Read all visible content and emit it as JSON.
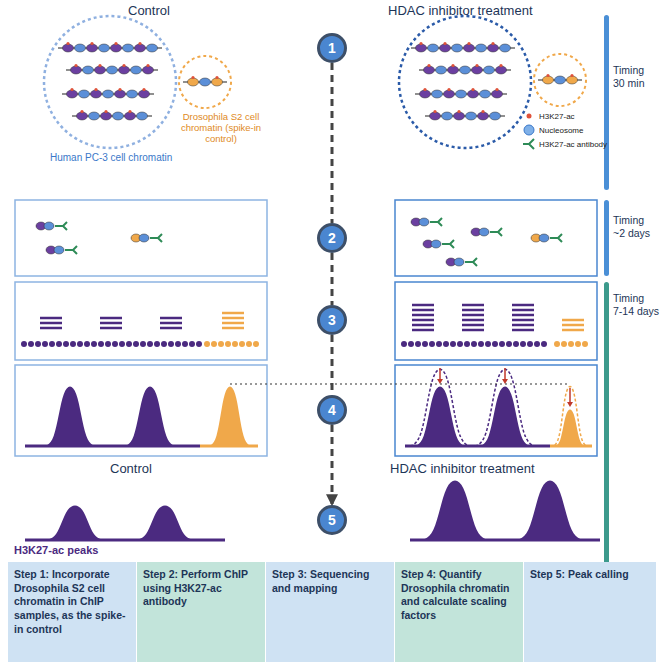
{
  "diagram": {
    "nodes": [
      {
        "text": [
          "1"
        ]
      },
      {
        "text": [
          "2"
        ]
      },
      {
        "text": [
          "3"
        ]
      },
      {
        "text": [
          "4"
        ]
      },
      {
        "text": [
          "5"
        ]
      },
      {
        "text": [
          "Step 1: Incorporate Drosophila S2 cell chromatin in ChIP samples, as the spike-in control"
        ]
      },
      {
        "text": [
          "Step 2: Perform ChIP using H3K27-ac antibody"
        ]
      },
      {
        "text": [
          "Step 3: Sequencing and mapping"
        ]
      },
      {
        "text": [
          "Step 4: Quantify Drosophila chromatin and calculate scaling factors"
        ]
      },
      {
        "text": [
          "Step 5: Peak calling"
        ]
      }
    ],
    "edges": [
      {
        "from": 0,
        "to": 1,
        "arrow": "none"
      },
      {
        "from": 1,
        "to": 2,
        "arrow": "none"
      },
      {
        "from": 2,
        "to": 3,
        "arrow": "none"
      },
      {
        "from": 3,
        "to": 4,
        "arrow": "to"
      }
    ],
    "labels": [
      "Control",
      "HDAC inhibitor treatment",
      "Human PC-3 cell chromatin",
      "Drosophila S2 cell chromatin (spike-in control)",
      "Timing",
      "30 min",
      "Timing",
      "~2 days",
      "Timing",
      "7-14 days",
      "Control",
      "HDAC inhibitor treatment",
      "H3K27-ac peaks"
    ],
    "legend": [
      {
        "text": "H3K27-ac"
      },
      {
        "text": "Nucleosome"
      },
      {
        "text": "H3K27-ac antibody"
      }
    ]
  }
}
